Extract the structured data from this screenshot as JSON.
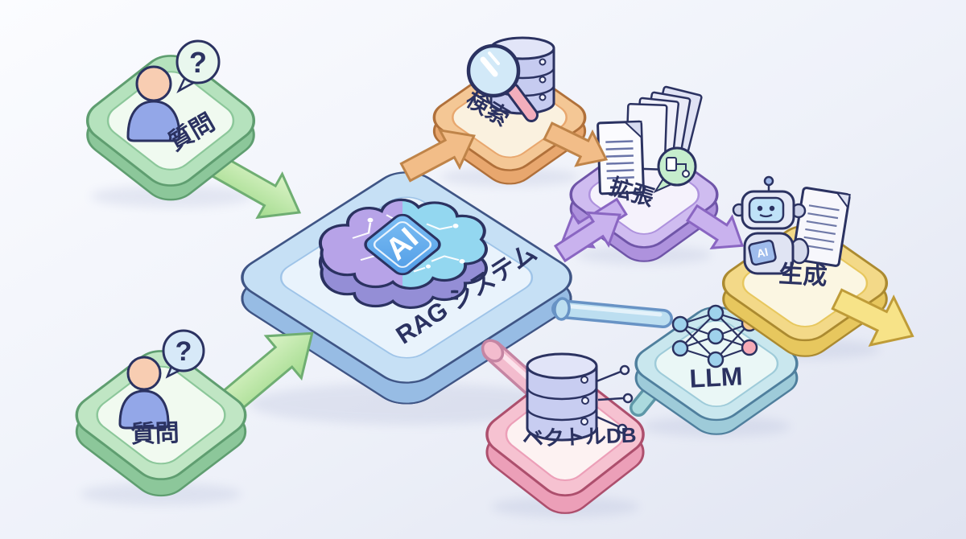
{
  "diagram": {
    "title": "RAG システム",
    "question_mark": "?",
    "nodes": {
      "question_top": {
        "label": "質問",
        "icon": "person-question",
        "color": "#b5e2bd"
      },
      "question_bottom": {
        "label": "質問",
        "icon": "person-question",
        "color": "#b5e2bd"
      },
      "rag": {
        "label": "RAG システム",
        "icon": "ai-brain",
        "chip": "AI",
        "color": "#c6e0f5"
      },
      "search": {
        "label": "検索",
        "icon": "magnifier-database",
        "color": "#f4c795"
      },
      "augment": {
        "label": "拡張",
        "icon": "document-stack",
        "color": "#cfbcf0"
      },
      "generate": {
        "label": "生成",
        "icon": "robot-document",
        "robot_chest": "AI",
        "color": "#f3d988"
      },
      "vector_db": {
        "label": "ベクトルDB",
        "icon": "database-vectors",
        "color": "#f6c2d1"
      },
      "llm": {
        "label": "LLM",
        "icon": "neural-network",
        "color": "#c9e7ee"
      }
    },
    "connectors": {
      "question_top_to_rag": {
        "type": "arrow",
        "color": "#b7e59c"
      },
      "question_bottom_to_rag": {
        "type": "arrow",
        "color": "#b7e59c"
      },
      "rag_to_search": {
        "type": "arrow",
        "color": "#f2bd88"
      },
      "search_to_augment": {
        "type": "arrow",
        "color": "#f2bd88"
      },
      "rag_to_augment": {
        "type": "arrow",
        "color": "#c9b2ee"
      },
      "augment_to_rag": {
        "type": "arrow",
        "color": "#c9b2ee"
      },
      "augment_to_generate": {
        "type": "arrow",
        "color": "#c9b2ee"
      },
      "generate_output": {
        "type": "arrow",
        "color": "#f7e388"
      },
      "rag_to_vector_db": {
        "type": "tube",
        "color": "#f3bcce"
      },
      "rag_to_llm": {
        "type": "tube",
        "color": "#bcdef0"
      },
      "llm_to_vector_db": {
        "type": "tube",
        "color": "#abdade"
      }
    },
    "palette": {
      "outline_navy": "#2b3261",
      "background_top": "#fbfcff",
      "background_bottom": "#e2e6f2",
      "brain_left": "#b7a3e8",
      "brain_right": "#93d7f0",
      "chip_blue": "#5fabee"
    }
  }
}
